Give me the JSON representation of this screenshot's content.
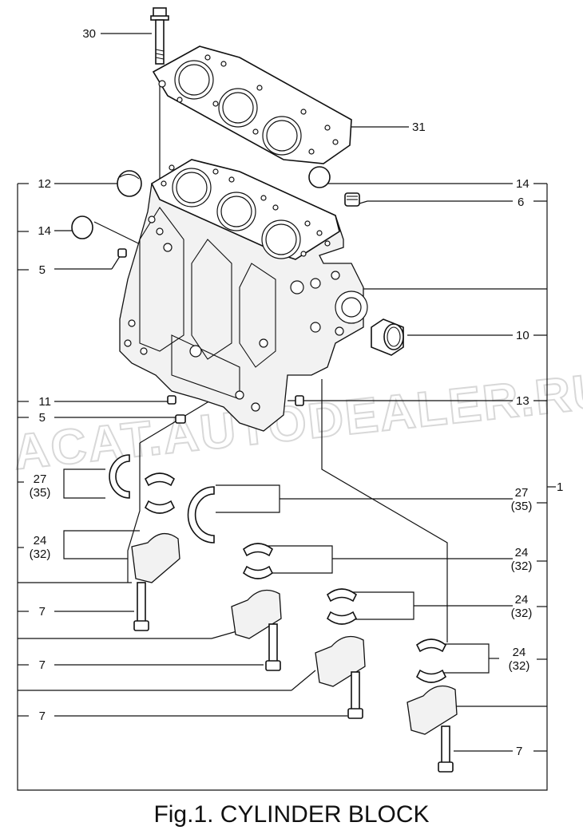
{
  "figure": {
    "caption": "Fig.1.  CYLINDER BLOCK",
    "watermark": "ACAT.AUTODEALER.RU"
  },
  "callouts": [
    {
      "id": "c30",
      "number": "30"
    },
    {
      "id": "c31",
      "number": "31"
    },
    {
      "id": "c12",
      "number": "12"
    },
    {
      "id": "c14a",
      "number": "14"
    },
    {
      "id": "c5a",
      "number": "5"
    },
    {
      "id": "c14b",
      "number": "14"
    },
    {
      "id": "c6",
      "number": "6"
    },
    {
      "id": "c10",
      "number": "10"
    },
    {
      "id": "c11",
      "number": "11"
    },
    {
      "id": "c5b",
      "number": "5"
    },
    {
      "id": "c13",
      "number": "13"
    },
    {
      "id": "c1",
      "number": "1"
    },
    {
      "id": "c27a",
      "number": "27",
      "alt": "(35)"
    },
    {
      "id": "c24a",
      "number": "24",
      "alt": "(32)"
    },
    {
      "id": "c27b",
      "number": "27",
      "alt": "(35)"
    },
    {
      "id": "c24b",
      "number": "24",
      "alt": "(32)"
    },
    {
      "id": "c24c",
      "number": "24",
      "alt": "(32)"
    },
    {
      "id": "c24d",
      "number": "24",
      "alt": "(32)"
    },
    {
      "id": "c7a",
      "number": "7"
    },
    {
      "id": "c7b",
      "number": "7"
    },
    {
      "id": "c7c",
      "number": "7"
    },
    {
      "id": "c7d",
      "number": "7"
    }
  ]
}
